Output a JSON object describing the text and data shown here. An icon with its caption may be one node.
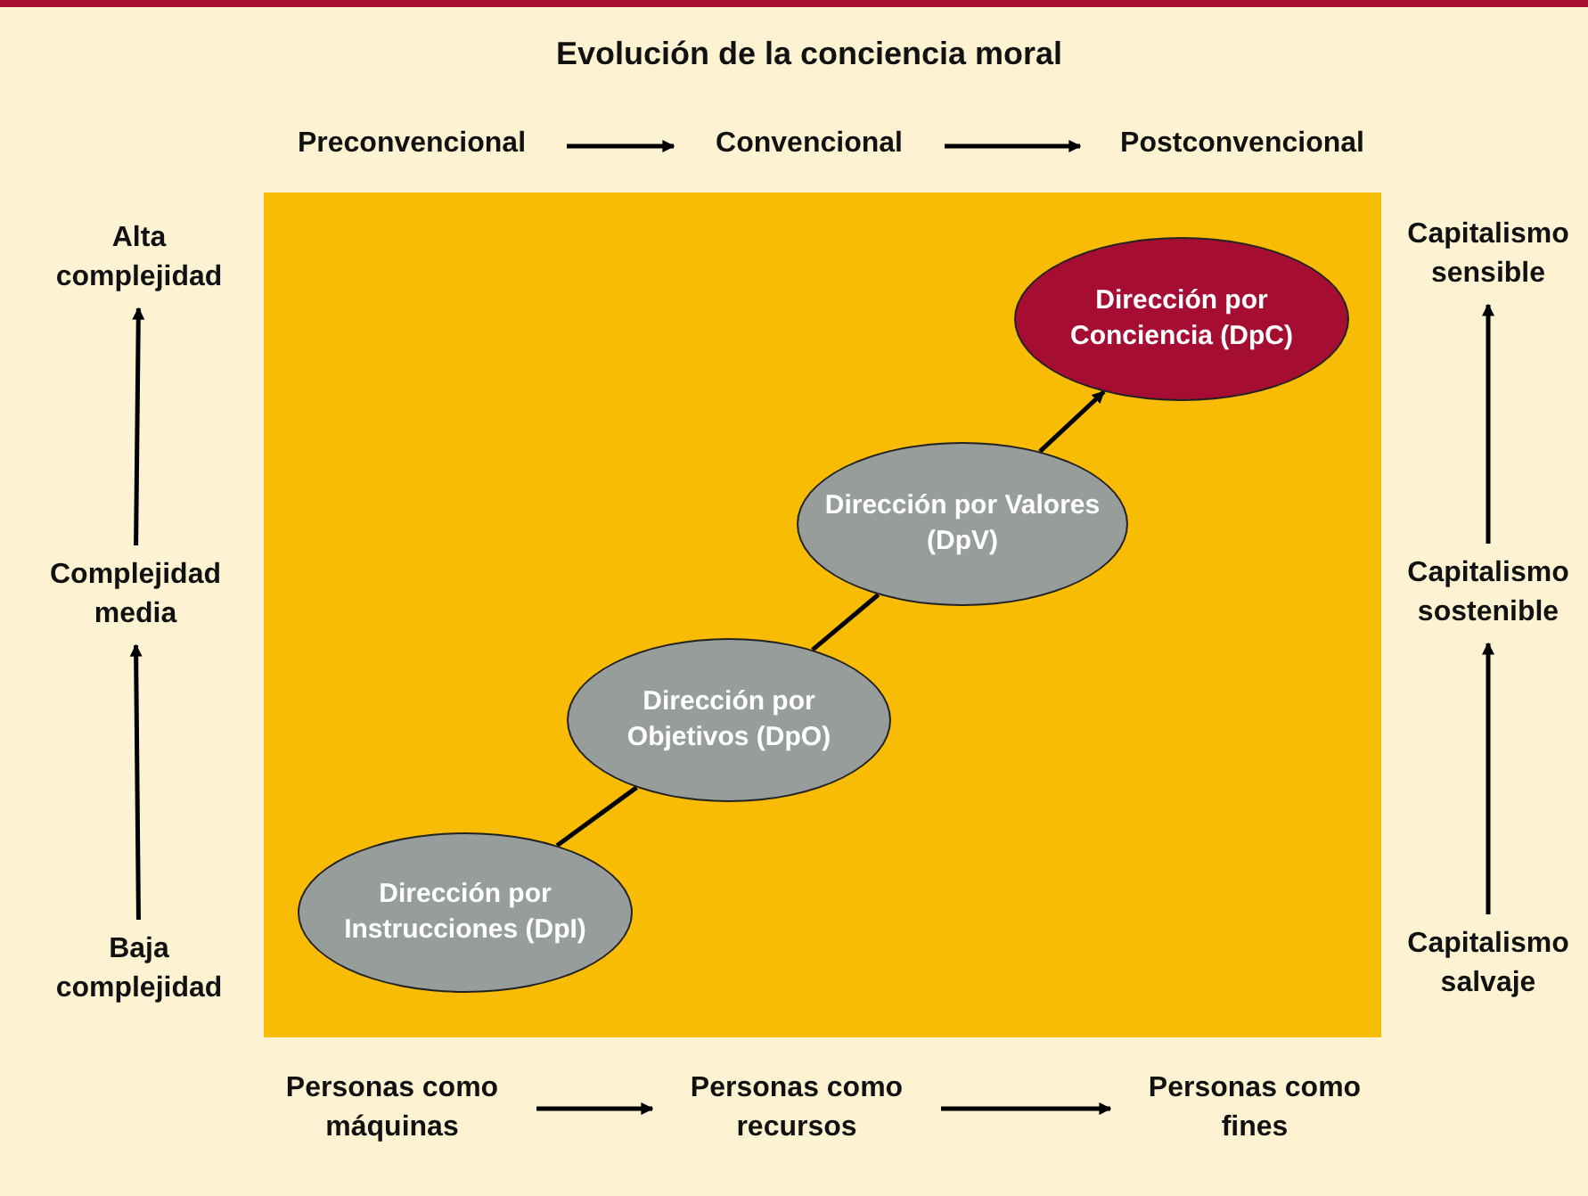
{
  "diagram": {
    "title": "Evolución de la conciencia moral",
    "nodes": [
      {
        "text": [
          "Preconvencional"
        ]
      },
      {
        "text": [
          "Convencional"
        ]
      },
      {
        "text": [
          "Postconvencional"
        ]
      },
      {
        "text": [],
        "shape": "box"
      },
      {
        "text": [
          "Dirección por Instrucciones (DpI)"
        ],
        "in": 3
      },
      {
        "text": [
          "Dirección por Objetivos (DpO)"
        ],
        "in": 3
      },
      {
        "text": [
          "Dirección por Valores (DpV)"
        ],
        "in": 3
      },
      {
        "text": [
          "Dirección por Conciencia (DpC)"
        ],
        "in": 3
      },
      {
        "text": [
          "Alta complejidad"
        ]
      },
      {
        "text": [
          "Complejidad media"
        ]
      },
      {
        "text": [
          "Baja complejidad"
        ]
      },
      {
        "text": [
          "Capitalismo sensible"
        ]
      },
      {
        "text": [
          "Capitalismo sostenible"
        ]
      },
      {
        "text": [
          "Capitalismo salvaje"
        ]
      },
      {
        "text": [
          "Personas como máquinas"
        ]
      },
      {
        "text": [
          "Personas como recursos"
        ]
      },
      {
        "text": [
          "Personas como fines"
        ]
      }
    ],
    "edges": [
      {
        "from": 0,
        "to": 1,
        "arrow": "to"
      },
      {
        "from": 1,
        "to": 2,
        "arrow": "to"
      },
      {
        "from": 4,
        "to": 5,
        "arrow": "none"
      },
      {
        "from": 5,
        "to": 6,
        "arrow": "none"
      },
      {
        "from": 6,
        "to": 7,
        "arrow": "to"
      },
      {
        "from": 10,
        "to": 9,
        "arrow": "to"
      },
      {
        "from": 9,
        "to": 8,
        "arrow": "to"
      },
      {
        "from": 13,
        "to": 12,
        "arrow": "to"
      },
      {
        "from": 12,
        "to": 11,
        "arrow": "to"
      },
      {
        "from": 14,
        "to": 15,
        "arrow": "to"
      },
      {
        "from": 15,
        "to": 16,
        "arrow": "to"
      }
    ]
  }
}
